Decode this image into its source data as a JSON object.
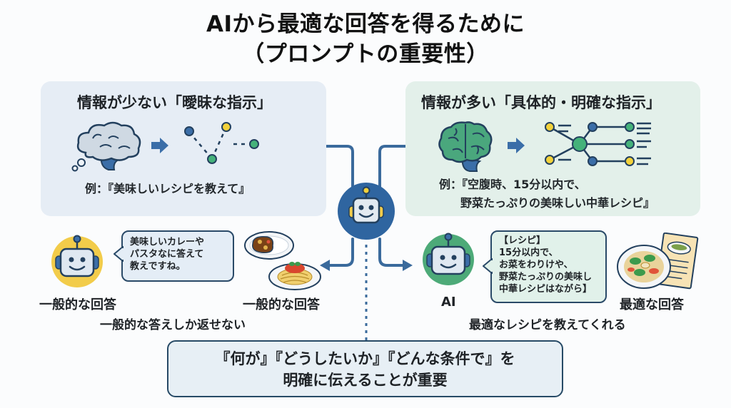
{
  "title": {
    "line1": "AIから最適な回答を得るために",
    "line2": "（プロンプトの重要性）"
  },
  "vague": {
    "heading": "情報が少ない「曖昧な指示」",
    "example": "例：『美味しいレシピを教えて』",
    "bubble_lines": [
      "美味しいカレーや",
      "パスタなに答えて",
      "教えですね。"
    ],
    "robot_label": "一般的な回答",
    "food_label": "一般的な回答",
    "caption": "一般的な答えしか返せない"
  },
  "specific": {
    "heading": "情報が多い「具体的・明確な指示」",
    "example_line1": "例：『空腹時、15分以内で、",
    "example_line2": "野菜たっぷりの美味しい中華レシピ』",
    "bubble_lines": [
      "【レシピ】",
      "15分以内で、",
      "お菜をわりけや、",
      "野菜たっぷりの美味し",
      "中華レシピはながら】"
    ],
    "robot_label": "AI",
    "food_label": "最適な回答",
    "caption": "最適なレシピを教えてくれる"
  },
  "summary": {
    "line1": "『何が』『どうしたいか』『どんな条件で』を",
    "line2": "明確に伝えることが重要"
  },
  "colors": {
    "primary_blue": "#2f65a0",
    "vague_panel": "#e6edf5",
    "specific_panel": "#e3f0ea",
    "robot_yellow": "#f2cc4a",
    "robot_green": "#4daa78",
    "node_yellow": "#f3d23b",
    "node_green": "#45b27a"
  }
}
